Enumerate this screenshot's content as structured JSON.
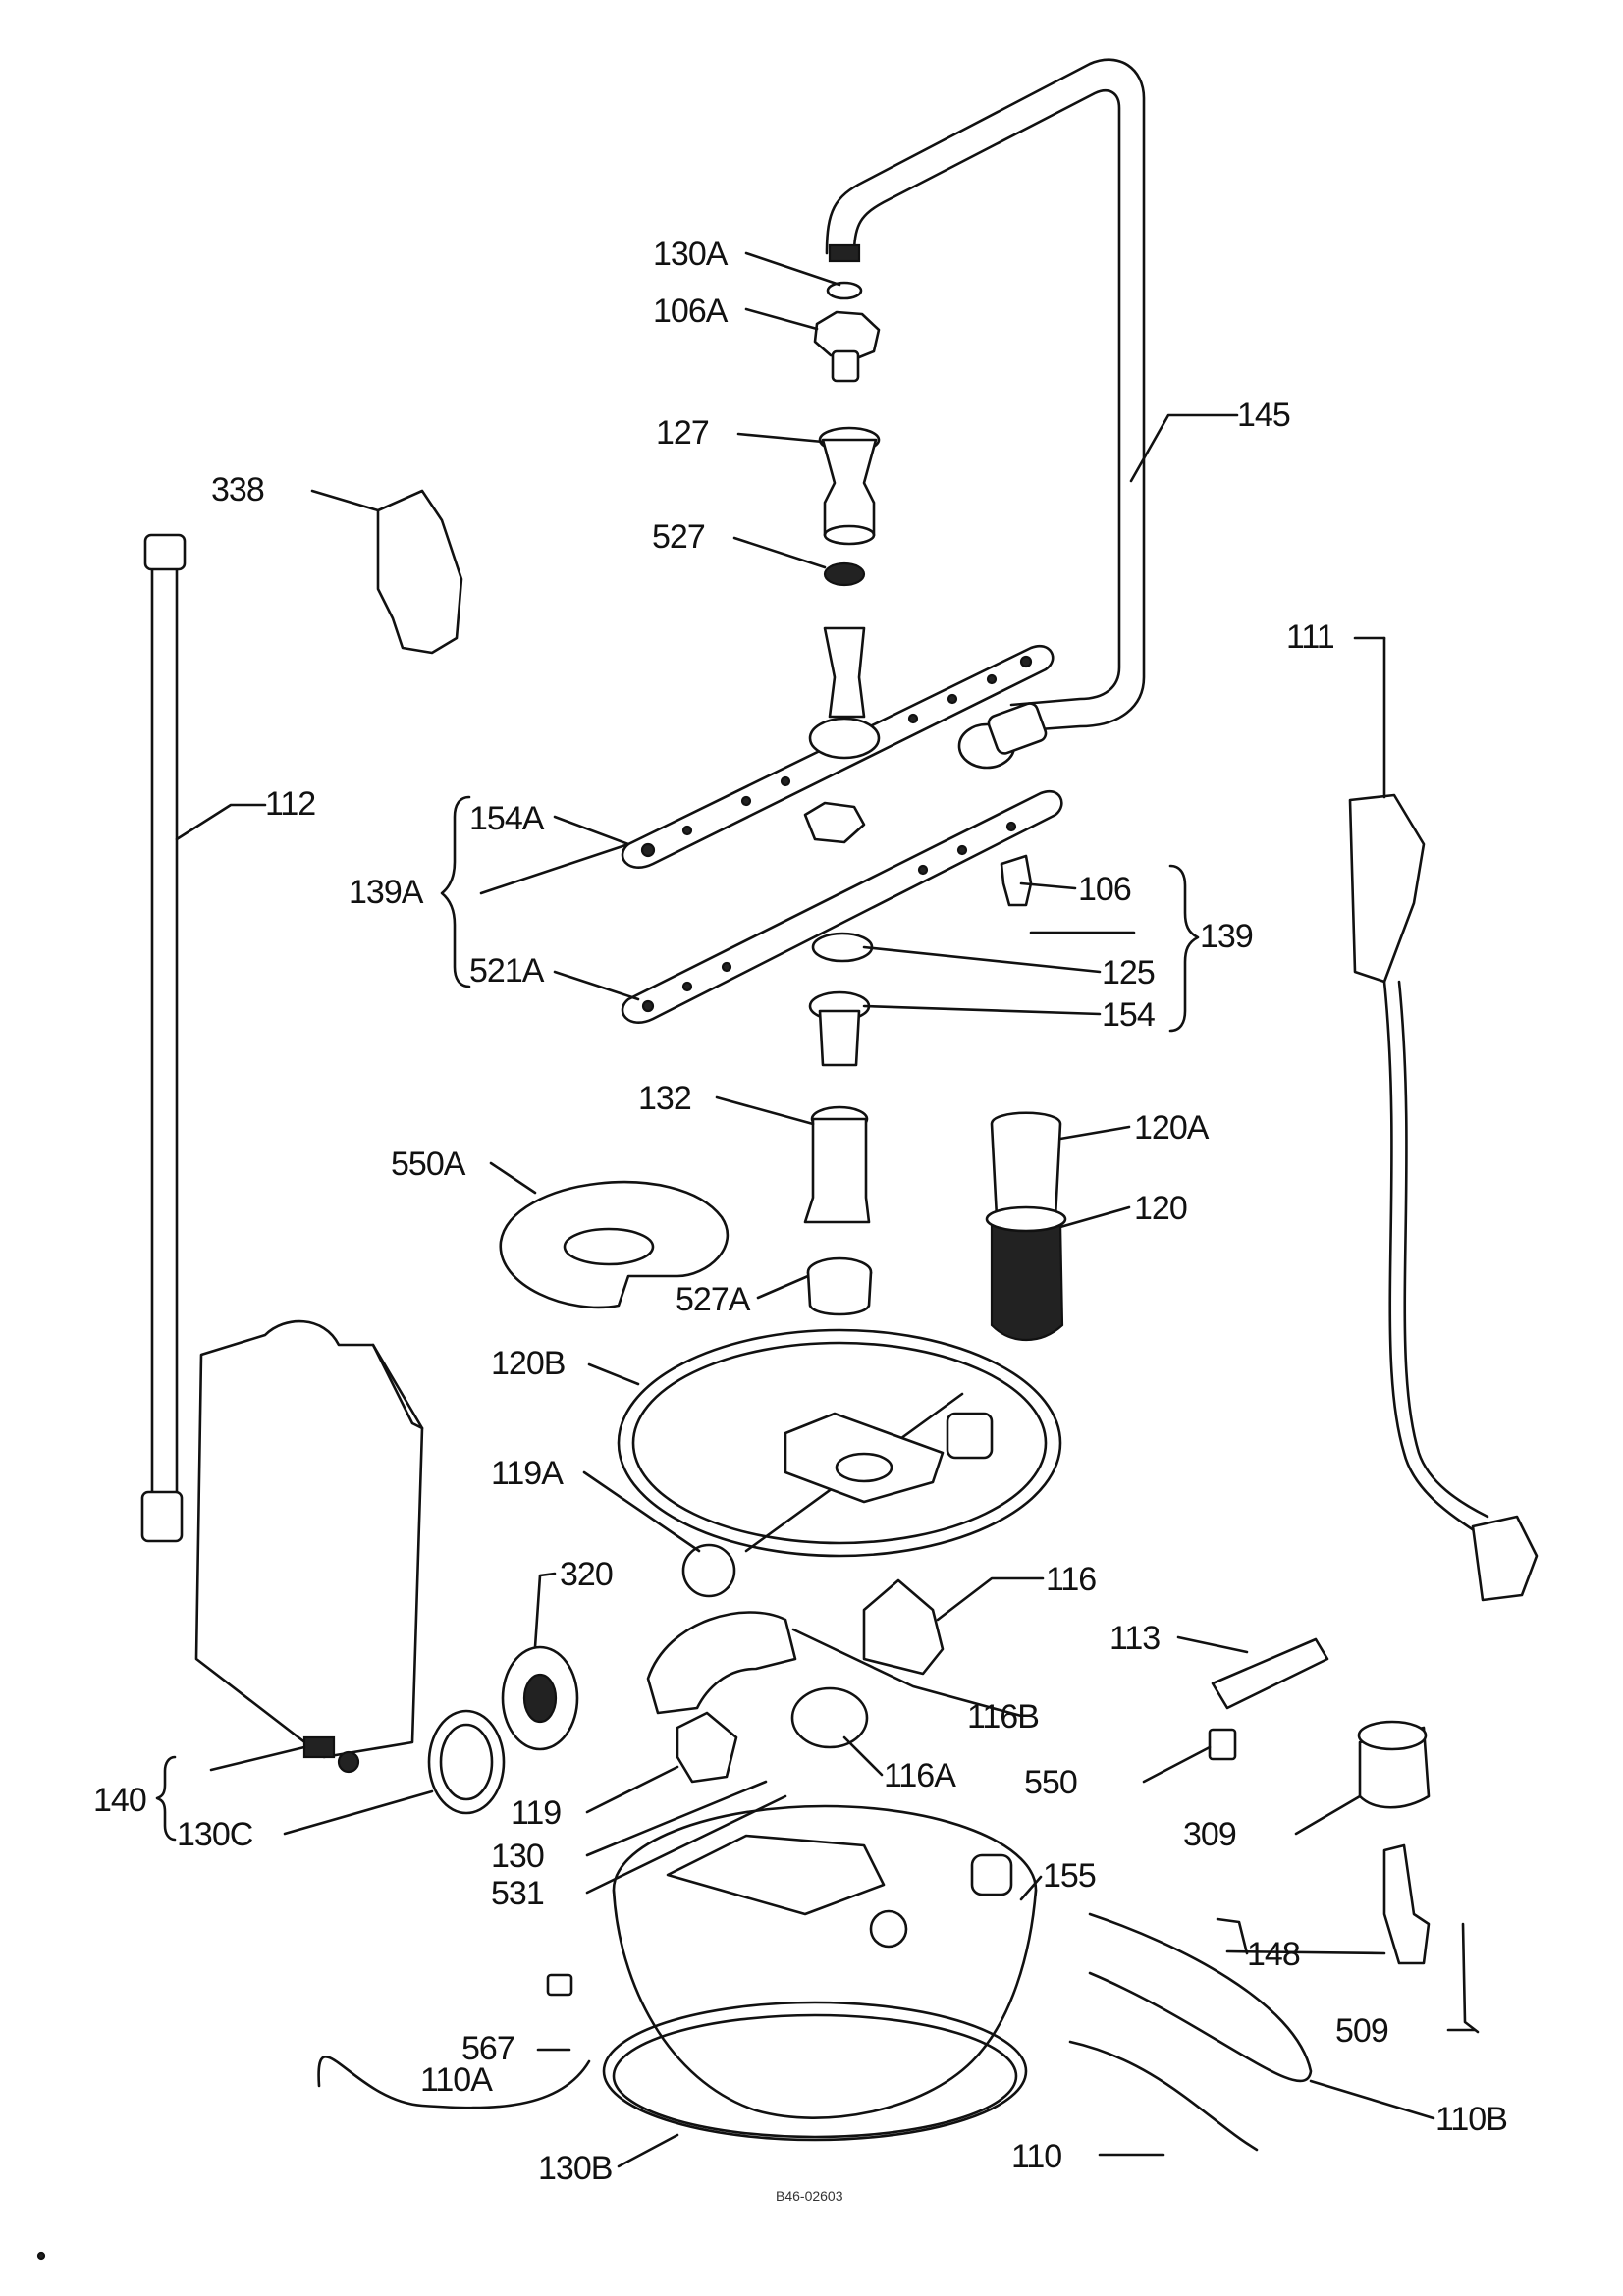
{
  "diagram": {
    "callouts": [
      {
        "id": "130A",
        "text": "130A"
      },
      {
        "id": "106A",
        "text": "106A"
      },
      {
        "id": "127",
        "text": "127"
      },
      {
        "id": "145",
        "text": "145"
      },
      {
        "id": "338",
        "text": "338"
      },
      {
        "id": "527",
        "text": "527"
      },
      {
        "id": "111",
        "text": "111"
      },
      {
        "id": "112",
        "text": "112"
      },
      {
        "id": "154A",
        "text": "154A"
      },
      {
        "id": "139A",
        "text": "139A"
      },
      {
        "id": "521A",
        "text": "521A"
      },
      {
        "id": "106",
        "text": "106"
      },
      {
        "id": "139",
        "text": "139"
      },
      {
        "id": "125",
        "text": "125"
      },
      {
        "id": "154",
        "text": "154"
      },
      {
        "id": "132",
        "text": "132"
      },
      {
        "id": "120A",
        "text": "120A"
      },
      {
        "id": "550A",
        "text": "550A"
      },
      {
        "id": "120",
        "text": "120"
      },
      {
        "id": "527A",
        "text": "527A"
      },
      {
        "id": "120B",
        "text": "120B"
      },
      {
        "id": "119A",
        "text": "119A"
      },
      {
        "id": "320",
        "text": "320"
      },
      {
        "id": "116",
        "text": "116"
      },
      {
        "id": "113",
        "text": "113"
      },
      {
        "id": "116B",
        "text": "116B"
      },
      {
        "id": "116A",
        "text": "116A"
      },
      {
        "id": "550",
        "text": "550"
      },
      {
        "id": "140",
        "text": "140"
      },
      {
        "id": "130C",
        "text": "130C"
      },
      {
        "id": "119",
        "text": "119"
      },
      {
        "id": "309",
        "text": "309"
      },
      {
        "id": "130",
        "text": "130"
      },
      {
        "id": "531",
        "text": "531"
      },
      {
        "id": "155",
        "text": "155"
      },
      {
        "id": "148",
        "text": "148"
      },
      {
        "id": "567",
        "text": "567"
      },
      {
        "id": "509",
        "text": "509"
      },
      {
        "id": "110A",
        "text": "110A"
      },
      {
        "id": "110B",
        "text": "110B"
      },
      {
        "id": "130B",
        "text": "130B"
      },
      {
        "id": "110",
        "text": "110"
      }
    ],
    "drawing_number": "B46-02603"
  }
}
